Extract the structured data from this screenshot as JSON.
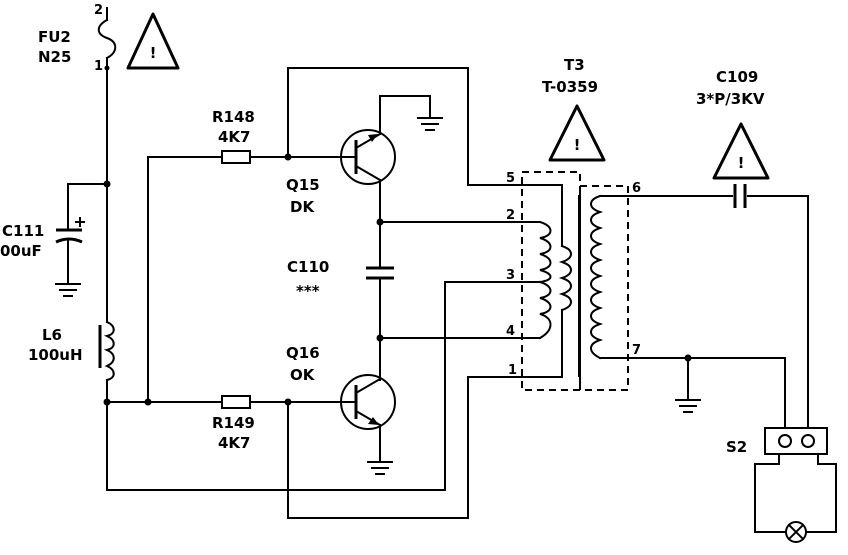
{
  "components": {
    "fu2": {
      "ref": "FU2",
      "value": "N25",
      "pin_top": "2",
      "pin_bottom": "1"
    },
    "c111": {
      "ref": "C111",
      "value": "00uF"
    },
    "l6": {
      "ref": "L6",
      "value": "100uH"
    },
    "r148": {
      "ref": "R148",
      "value": "4K7"
    },
    "r149": {
      "ref": "R149",
      "value": "4K7"
    },
    "q15": {
      "ref": "Q15",
      "value": "DK"
    },
    "q16": {
      "ref": "Q16",
      "value": "OK"
    },
    "c110": {
      "ref": "C110",
      "value": "***"
    },
    "t3": {
      "ref": "T3",
      "value": "T-0359"
    },
    "c109": {
      "ref": "C109",
      "value": "3*P/3KV"
    },
    "s2": {
      "ref": "S2"
    }
  },
  "transformer_pins": [
    "5",
    "2",
    "3",
    "4",
    "1",
    "6",
    "7"
  ],
  "warning_symbol": "!"
}
